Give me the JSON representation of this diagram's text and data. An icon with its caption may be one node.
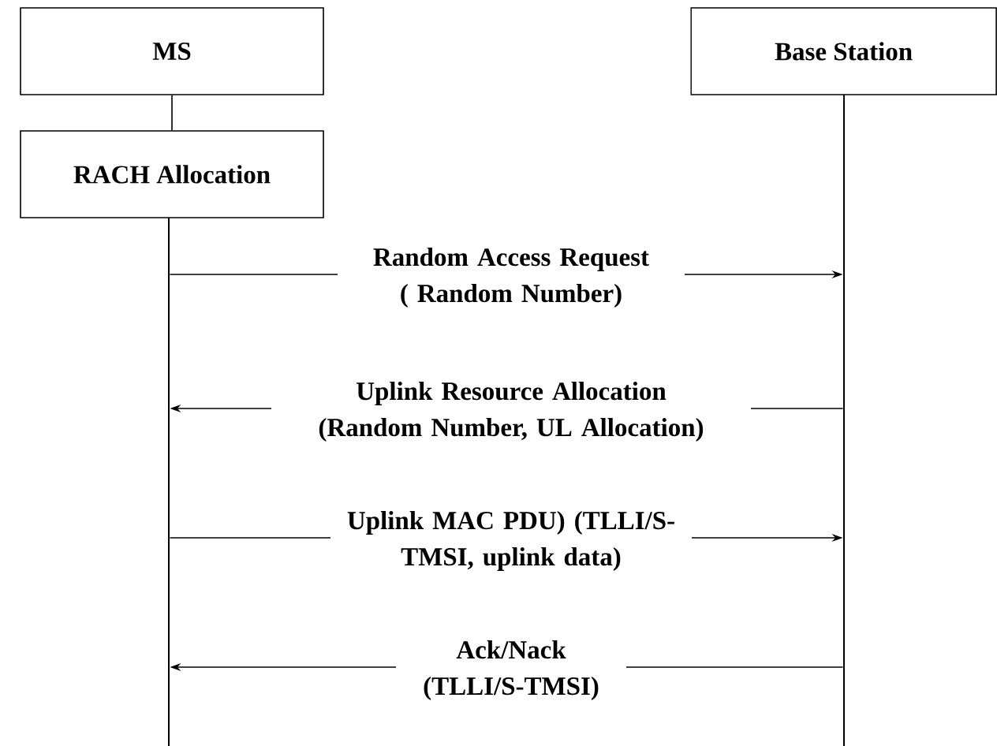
{
  "diagram": {
    "nodes": [
      {
        "text": [
          "MS"
        ]
      },
      {
        "text": [
          "Base Station"
        ]
      },
      {
        "text": [
          "RACH Allocation"
        ]
      },
      {
        "text": [],
        "shape": "bar"
      },
      {
        "text": [],
        "shape": "bar"
      }
    ],
    "edges": [
      {
        "from": 0,
        "to": 2,
        "arrow": "none"
      },
      {
        "from": 3,
        "to": 4,
        "arrow": "to",
        "label": "Random Access Request ( Random Number)"
      },
      {
        "from": 4,
        "to": 3,
        "arrow": "to",
        "label": "Uplink Resource Allocation (Random Number, UL Allocation)"
      },
      {
        "from": 3,
        "to": 4,
        "arrow": "to",
        "label": "Uplink MAC PDU) (TLLI/S-TMSI, uplink data)"
      },
      {
        "from": 4,
        "to": 3,
        "arrow": "to",
        "label": "Ack/Nack (TLLI/S-TMSI)"
      }
    ]
  }
}
